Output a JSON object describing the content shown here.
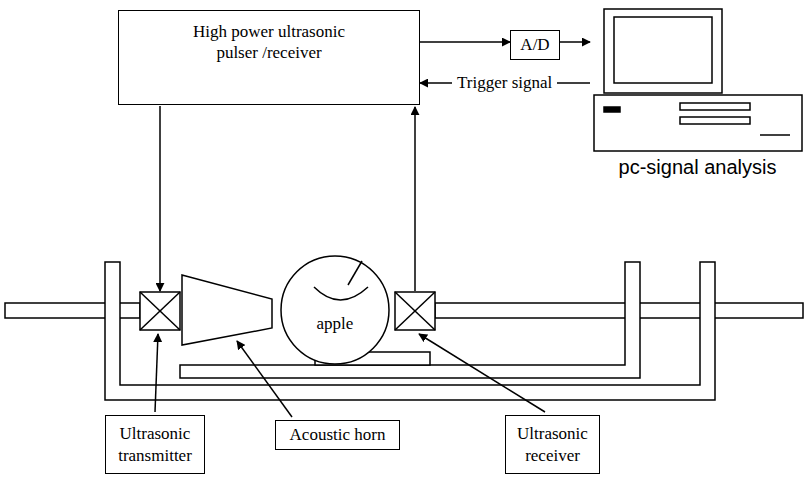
{
  "diagram": {
    "nodes": [
      {
        "text": [
          "High power ultrasonic pulser /receiver"
        ]
      },
      {
        "text": [
          "A/D"
        ]
      },
      {
        "text": [
          "pc-signal analysis"
        ]
      },
      {
        "text": [
          "apple"
        ]
      },
      {
        "text": [
          "Ultrasonic transmitter"
        ]
      },
      {
        "text": [
          "Acoustic horn"
        ]
      },
      {
        "text": [
          "Ultrasonic receiver"
        ]
      }
    ],
    "edges": [
      {
        "from": 0,
        "to": 1,
        "arrow": "to"
      },
      {
        "from": 1,
        "to": 2,
        "arrow": "to"
      },
      {
        "from": 2,
        "to": 0,
        "label": "Trigger signal",
        "arrow": "to"
      }
    ]
  }
}
